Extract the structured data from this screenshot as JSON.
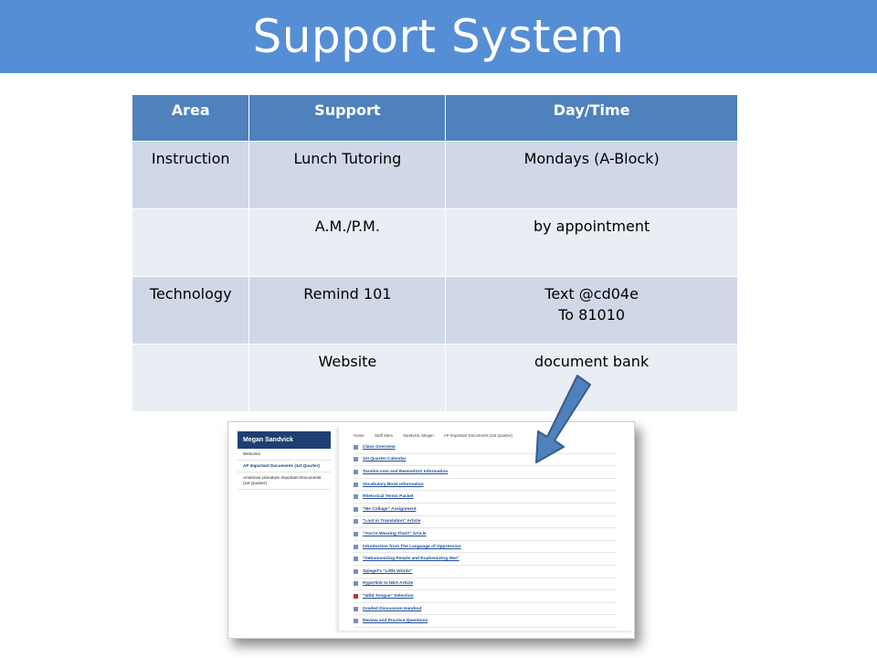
{
  "slide_title": "Support System",
  "colors": {
    "title_bar": "#558ED5",
    "header": "#4F81BD",
    "row_dark": "#D0D8E8",
    "row_light": "#E9EDF4",
    "arrow": "#4F81BD"
  },
  "table": {
    "headers": [
      "Area",
      "Support",
      "Day/Time"
    ],
    "rows": [
      {
        "area": "Instruction",
        "support": "Lunch Tutoring",
        "time": "Mondays (A-Block)"
      },
      {
        "area": "",
        "support": "A.M./P.M.",
        "time": "by appointment"
      },
      {
        "area": "Technology",
        "support": "Remind 101",
        "time": "Text @cd04e",
        "time_2": "To 81010"
      },
      {
        "area": "",
        "support": "Website",
        "time": "document bank"
      }
    ]
  },
  "website": {
    "sidebar_title": "Megan Sandvick",
    "nav": [
      "Welcome",
      "AP Important Documents (1st Quarter)",
      "American Literature Important Documents (1st Quarter)"
    ],
    "breadcrumb": [
      "Home",
      "Staff Sites",
      "Sandvick, Megan",
      "AP Important Documents (1st Quarter)"
    ],
    "documents": [
      "Class Overview",
      "1st Quarter Calendar",
      "Turnitin.com and Remind101 Information",
      "Vocabulary Book Information",
      "Rhetorical Terms Packet",
      "\"Me Collage\" Assignment",
      "\"Lost in Translation\" Article",
      "\"You're Wearing That?\" Article",
      "Introduction from The Language of Oppression",
      "\"Dehumanizing People and Euphemizing War\"",
      "Spiegel's \"Little Words\"",
      "Hyperlink to NEA Article",
      "\"Wild Tongue\" Selection",
      "Graded Discussion Handout",
      "Review and Practice Questions"
    ]
  }
}
